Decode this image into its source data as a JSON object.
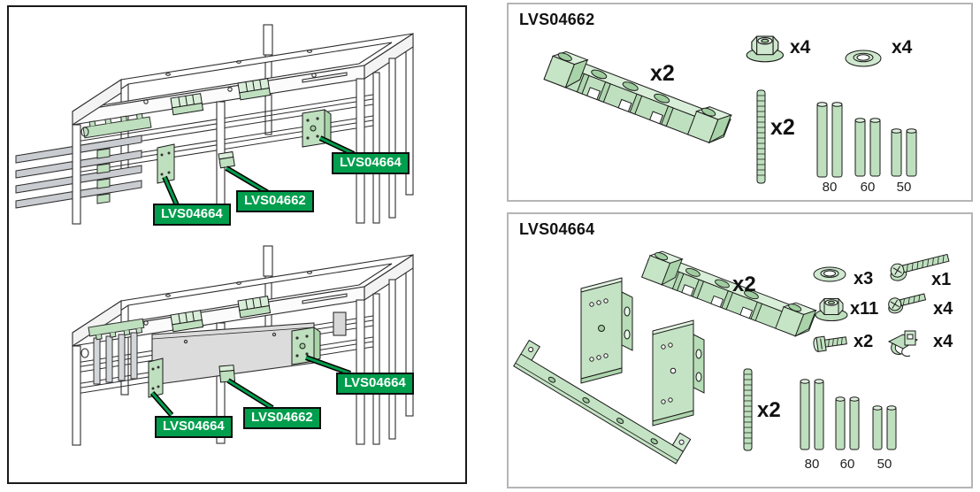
{
  "colors": {
    "label_green": "#009E4D",
    "part_green": "#c4e3c4",
    "part_green_light": "#d9eed9",
    "part_green_dark": "#a9d3a9",
    "busbar_gray": "#c9ccd0",
    "panel_gray": "#dcdcdc",
    "line": "#2e2e2e",
    "box_border": "#b5b5b5"
  },
  "left_panel": {
    "figures": [
      {
        "name": "frame-assembly-open",
        "labels": [
          {
            "text": "LVS04664"
          },
          {
            "text": "LVS04662"
          },
          {
            "text": "LVS04664"
          }
        ]
      },
      {
        "name": "frame-assembly-with-cover",
        "labels": [
          {
            "text": "LVS04664"
          },
          {
            "text": "LVS04662"
          },
          {
            "text": "LVS04664"
          }
        ]
      }
    ]
  },
  "kits": [
    {
      "title": "LVS04662",
      "parts": [
        {
          "name": "busbar-support-bar",
          "qty": "x2"
        },
        {
          "name": "flange-nut",
          "qty": "x4"
        },
        {
          "name": "flat-washer",
          "qty": "x4"
        },
        {
          "name": "threaded-rod",
          "qty": "x2"
        },
        {
          "name": "spacer-tube-80",
          "label": "80"
        },
        {
          "name": "spacer-tube-60",
          "label": "60"
        },
        {
          "name": "spacer-tube-50",
          "label": "50"
        }
      ]
    },
    {
      "title": "LVS04664",
      "parts": [
        {
          "name": "mounting-plate-rear"
        },
        {
          "name": "mounting-plate-front"
        },
        {
          "name": "support-rail"
        },
        {
          "name": "busbar-support-bar",
          "qty": "x2"
        },
        {
          "name": "flat-washer",
          "qty": "x3"
        },
        {
          "name": "long-screw",
          "qty": "x1"
        },
        {
          "name": "flange-nut",
          "qty": "x11"
        },
        {
          "name": "washer-screw",
          "qty": "x4"
        },
        {
          "name": "slotted-screw",
          "qty": "x2"
        },
        {
          "name": "cage-nut-clip",
          "qty": "x4"
        },
        {
          "name": "threaded-rod",
          "qty": "x2"
        },
        {
          "name": "spacer-tube-80",
          "label": "80"
        },
        {
          "name": "spacer-tube-60",
          "label": "60"
        },
        {
          "name": "spacer-tube-50",
          "label": "50"
        }
      ]
    }
  ]
}
